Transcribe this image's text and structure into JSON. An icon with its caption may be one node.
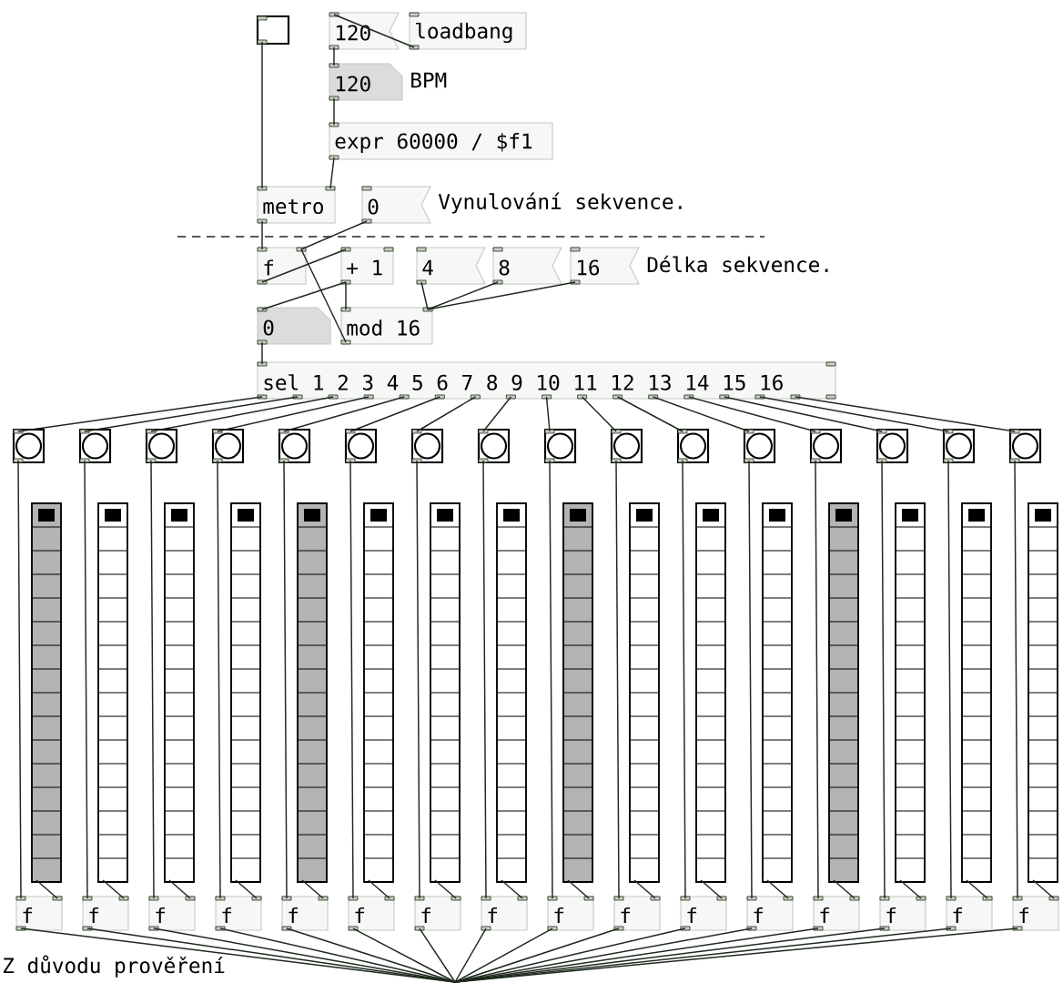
{
  "diagram": {
    "nodes": [
      {
        "text": [],
        "shape": "box"
      },
      {
        "text": [
          "120"
        ]
      },
      {
        "text": [
          "loadbang"
        ]
      },
      {
        "text": [
          "120"
        ],
        "beside": [
          "BPM"
        ]
      },
      {
        "text": [
          "expr 60000 / $f1"
        ]
      },
      {
        "text": [
          "metro"
        ]
      },
      {
        "text": [
          "0"
        ],
        "beside": [
          "Vynulování sekvence."
        ]
      },
      {
        "text": [
          "f"
        ]
      },
      {
        "text": [
          "+ 1"
        ]
      },
      {
        "text": [
          "4"
        ]
      },
      {
        "text": [
          "8"
        ]
      },
      {
        "text": [
          "16"
        ],
        "beside": [
          "Délka sekvence."
        ]
      },
      {
        "text": [
          "0"
        ]
      },
      {
        "text": [
          "mod 16"
        ]
      },
      {
        "text": [
          "sel 1 2 3 4 5 6 7 8 9 10 11 12 13 14 15 16"
        ]
      },
      {
        "text": [],
        "shape": "box"
      },
      {
        "text": [],
        "shape": "box"
      },
      {
        "text": [],
        "shape": "box"
      },
      {
        "text": [],
        "shape": "box"
      },
      {
        "text": [],
        "shape": "box"
      },
      {
        "text": [],
        "shape": "box"
      },
      {
        "text": [],
        "shape": "box"
      },
      {
        "text": [],
        "shape": "box"
      },
      {
        "text": [],
        "shape": "box"
      },
      {
        "text": [],
        "shape": "box"
      },
      {
        "text": [],
        "shape": "box"
      },
      {
        "text": [],
        "shape": "box"
      },
      {
        "text": [],
        "shape": "box"
      },
      {
        "text": [],
        "shape": "box"
      },
      {
        "text": [],
        "shape": "box"
      },
      {
        "text": [],
        "shape": "box"
      },
      {
        "text": [],
        "shape": "bar"
      },
      {
        "text": [],
        "shape": "bar"
      },
      {
        "text": [],
        "shape": "bar"
      },
      {
        "text": [],
        "shape": "bar"
      },
      {
        "text": [],
        "shape": "bar"
      },
      {
        "text": [],
        "shape": "bar"
      },
      {
        "text": [],
        "shape": "bar"
      },
      {
        "text": [],
        "shape": "bar"
      },
      {
        "text": [],
        "shape": "bar"
      },
      {
        "text": [],
        "shape": "bar"
      },
      {
        "text": [],
        "shape": "bar"
      },
      {
        "text": [],
        "shape": "bar"
      },
      {
        "text": [],
        "shape": "bar"
      },
      {
        "text": [],
        "shape": "bar"
      },
      {
        "text": [],
        "shape": "bar"
      },
      {
        "text": [],
        "shape": "bar"
      },
      {
        "text": [
          "f"
        ]
      },
      {
        "text": [
          "f"
        ]
      },
      {
        "text": [
          "f"
        ]
      },
      {
        "text": [
          "f"
        ]
      },
      {
        "text": [
          "f"
        ]
      },
      {
        "text": [
          "f"
        ]
      },
      {
        "text": [
          "f"
        ]
      },
      {
        "text": [
          "f"
        ]
      },
      {
        "text": [
          "f"
        ]
      },
      {
        "text": [
          "f"
        ]
      },
      {
        "text": [
          "f"
        ]
      },
      {
        "text": [
          "f"
        ]
      },
      {
        "text": [
          "f"
        ]
      },
      {
        "text": [
          "f"
        ]
      },
      {
        "text": [
          "f"
        ]
      },
      {
        "text": [
          "f"
        ]
      }
    ],
    "edges": [
      {
        "from": 2,
        "to": 1,
        "arrow": "none"
      },
      {
        "from": 1,
        "to": 3,
        "arrow": "none"
      },
      {
        "from": 3,
        "to": 4,
        "arrow": "none"
      },
      {
        "from": 4,
        "to": 5,
        "arrow": "none"
      },
      {
        "from": 0,
        "to": 5,
        "arrow": "none"
      },
      {
        "from": 5,
        "to": 7,
        "arrow": "none"
      },
      {
        "from": 6,
        "to": 7,
        "arrow": "none"
      },
      {
        "from": 7,
        "to": 8,
        "arrow": "none"
      },
      {
        "from": 13,
        "to": 7,
        "arrow": "none"
      },
      {
        "from": 8,
        "to": 12,
        "arrow": "none"
      },
      {
        "from": 8,
        "to": 13,
        "arrow": "none"
      },
      {
        "from": 9,
        "to": 13,
        "arrow": "none"
      },
      {
        "from": 10,
        "to": 13,
        "arrow": "none"
      },
      {
        "from": 11,
        "to": 13,
        "arrow": "none"
      },
      {
        "from": 12,
        "to": 14,
        "arrow": "none"
      },
      {
        "from": 14,
        "to": 15,
        "arrow": "none"
      },
      {
        "from": 14,
        "to": 16,
        "arrow": "none"
      },
      {
        "from": 14,
        "to": 17,
        "arrow": "none"
      },
      {
        "from": 14,
        "to": 18,
        "arrow": "none"
      },
      {
        "from": 14,
        "to": 19,
        "arrow": "none"
      },
      {
        "from": 14,
        "to": 20,
        "arrow": "none"
      },
      {
        "from": 14,
        "to": 21,
        "arrow": "none"
      },
      {
        "from": 14,
        "to": 22,
        "arrow": "none"
      },
      {
        "from": 14,
        "to": 23,
        "arrow": "none"
      },
      {
        "from": 14,
        "to": 24,
        "arrow": "none"
      },
      {
        "from": 14,
        "to": 25,
        "arrow": "none"
      },
      {
        "from": 14,
        "to": 26,
        "arrow": "none"
      },
      {
        "from": 14,
        "to": 27,
        "arrow": "none"
      },
      {
        "from": 14,
        "to": 28,
        "arrow": "none"
      },
      {
        "from": 14,
        "to": 29,
        "arrow": "none"
      },
      {
        "from": 14,
        "to": 30,
        "arrow": "none"
      },
      {
        "from": 15,
        "to": 47,
        "arrow": "none"
      },
      {
        "from": 16,
        "to": 48,
        "arrow": "none"
      },
      {
        "from": 17,
        "to": 49,
        "arrow": "none"
      },
      {
        "from": 18,
        "to": 50,
        "arrow": "none"
      },
      {
        "from": 19,
        "to": 51,
        "arrow": "none"
      },
      {
        "from": 20,
        "to": 52,
        "arrow": "none"
      },
      {
        "from": 21,
        "to": 53,
        "arrow": "none"
      },
      {
        "from": 22,
        "to": 54,
        "arrow": "none"
      },
      {
        "from": 23,
        "to": 55,
        "arrow": "none"
      },
      {
        "from": 24,
        "to": 56,
        "arrow": "none"
      },
      {
        "from": 25,
        "to": 57,
        "arrow": "none"
      },
      {
        "from": 26,
        "to": 58,
        "arrow": "none"
      },
      {
        "from": 27,
        "to": 59,
        "arrow": "none"
      },
      {
        "from": 28,
        "to": 60,
        "arrow": "none"
      },
      {
        "from": 29,
        "to": 61,
        "arrow": "none"
      },
      {
        "from": 30,
        "to": 62,
        "arrow": "none"
      },
      {
        "from": 31,
        "to": 47,
        "arrow": "none"
      },
      {
        "from": 32,
        "to": 48,
        "arrow": "none"
      },
      {
        "from": 33,
        "to": 49,
        "arrow": "none"
      },
      {
        "from": 34,
        "to": 50,
        "arrow": "none"
      },
      {
        "from": 35,
        "to": 51,
        "arrow": "none"
      },
      {
        "from": 36,
        "to": 52,
        "arrow": "none"
      },
      {
        "from": 37,
        "to": 53,
        "arrow": "none"
      },
      {
        "from": 38,
        "to": 54,
        "arrow": "none"
      },
      {
        "from": 39,
        "to": 55,
        "arrow": "none"
      },
      {
        "from": 40,
        "to": 56,
        "arrow": "none"
      },
      {
        "from": 41,
        "to": 57,
        "arrow": "none"
      },
      {
        "from": 42,
        "to": 58,
        "arrow": "none"
      },
      {
        "from": 43,
        "to": 59,
        "arrow": "none"
      },
      {
        "from": 44,
        "to": 60,
        "arrow": "none"
      },
      {
        "from": 45,
        "to": 61,
        "arrow": "none"
      },
      {
        "from": 46,
        "to": 62,
        "arrow": "none"
      },
      {
        "from": 47,
        "to": null,
        "arrow": "none"
      },
      {
        "from": 48,
        "to": null,
        "arrow": "none"
      },
      {
        "from": 49,
        "to": null,
        "arrow": "none"
      },
      {
        "from": 50,
        "to": null,
        "arrow": "none"
      },
      {
        "from": 51,
        "to": null,
        "arrow": "none"
      },
      {
        "from": 52,
        "to": null,
        "arrow": "none"
      },
      {
        "from": 53,
        "to": null,
        "arrow": "none"
      },
      {
        "from": 54,
        "to": null,
        "arrow": "none"
      },
      {
        "from": 55,
        "to": null,
        "arrow": "none"
      },
      {
        "from": 56,
        "to": null,
        "arrow": "none"
      },
      {
        "from": 57,
        "to": null,
        "arrow": "none"
      },
      {
        "from": 58,
        "to": null,
        "arrow": "none"
      },
      {
        "from": 59,
        "to": null,
        "arrow": "none"
      },
      {
        "from": 60,
        "to": null,
        "arrow": "none"
      },
      {
        "from": 61,
        "to": null,
        "arrow": "none"
      },
      {
        "from": 62,
        "to": null,
        "arrow": "none"
      }
    ],
    "labels": [
      "Z důvodu prověření"
    ]
  }
}
